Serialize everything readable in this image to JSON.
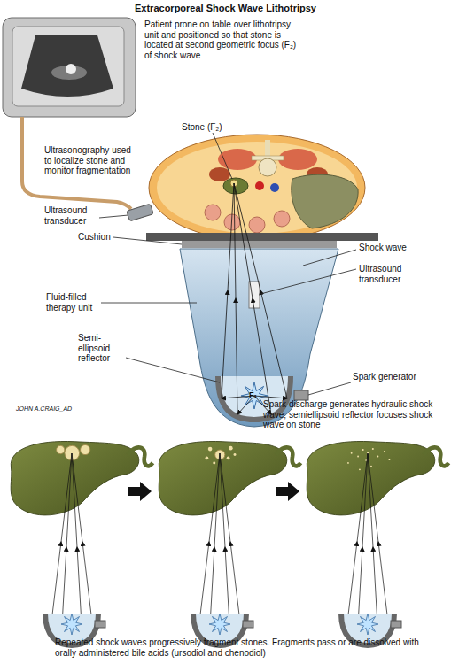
{
  "diagram": {
    "title": "Extracorporeal Shock Wave Lithotripsy",
    "caption": "Repeated shock waves progressively fragment stones. Fragments pass or are dissolved with orally administered bile acids (ursodiol and chenodiol)",
    "labels": [
      "Patient prone on table over lithotripsy unit and positioned so that stone is located at second geometric focus (F₂) of shock wave",
      "Stone (F₂)",
      "Ultrasonography used to localize stone and monitor fragmentation",
      "Ultrasound transducer",
      "Cushion",
      "Shock wave",
      "Ultrasound transducer",
      "Fluid-filled therapy unit",
      "Semi-ellipsoid reflector",
      "Spark generator",
      "F₁",
      "JOHN A.CRAIG_AD",
      "Spark discharge generates hydraulic shock wave; semiellipsoid reflector focuses shock wave on stone"
    ]
  }
}
